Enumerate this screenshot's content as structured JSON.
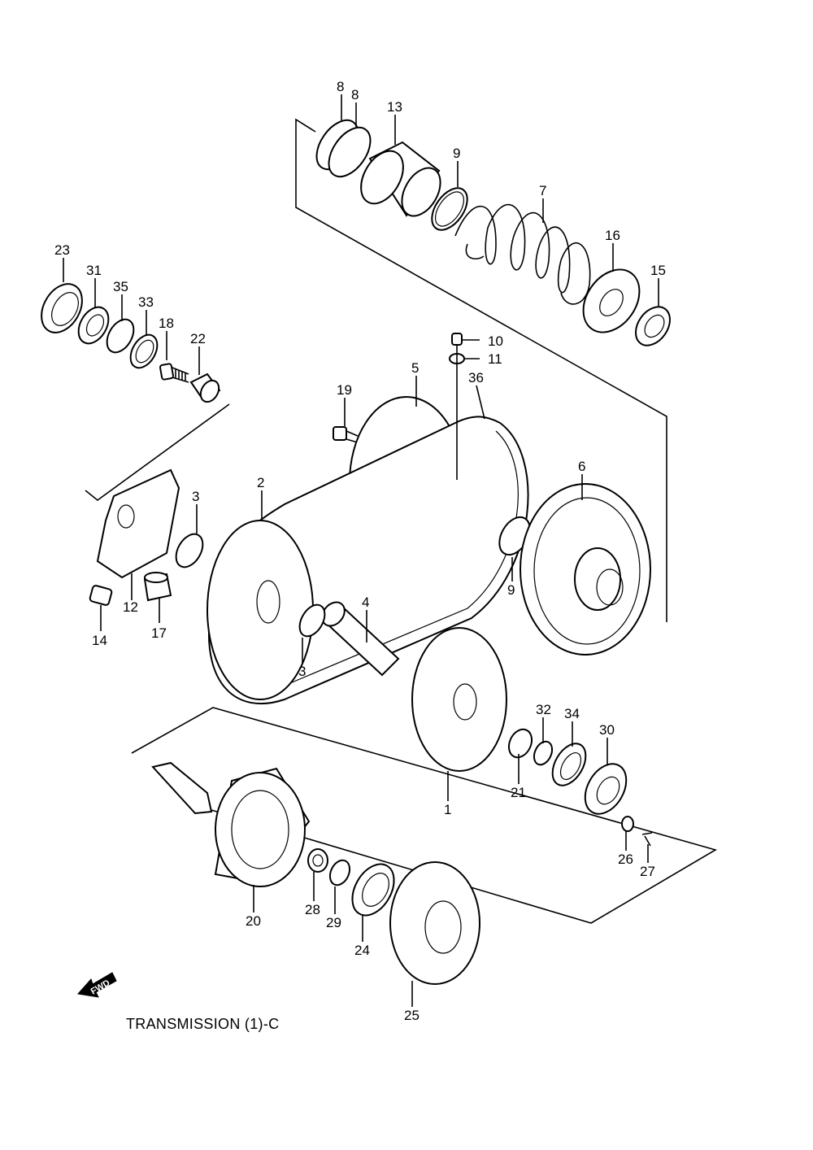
{
  "caption": "TRANSMISSION (1)-C",
  "fwd_label": "FWD",
  "callouts": [
    {
      "id": "c8a",
      "label": "8"
    },
    {
      "id": "c8b",
      "label": "8"
    },
    {
      "id": "c13",
      "label": "13"
    },
    {
      "id": "c9a",
      "label": "9"
    },
    {
      "id": "c7",
      "label": "7"
    },
    {
      "id": "c16",
      "label": "16"
    },
    {
      "id": "c15",
      "label": "15"
    },
    {
      "id": "c23",
      "label": "23"
    },
    {
      "id": "c31",
      "label": "31"
    },
    {
      "id": "c35",
      "label": "35"
    },
    {
      "id": "c33",
      "label": "33"
    },
    {
      "id": "c18",
      "label": "18"
    },
    {
      "id": "c22",
      "label": "22"
    },
    {
      "id": "c10",
      "label": "10"
    },
    {
      "id": "c11",
      "label": "11"
    },
    {
      "id": "c19",
      "label": "19"
    },
    {
      "id": "c5",
      "label": "5"
    },
    {
      "id": "c36",
      "label": "36"
    },
    {
      "id": "c6",
      "label": "6"
    },
    {
      "id": "c2",
      "label": "2"
    },
    {
      "id": "c3a",
      "label": "3"
    },
    {
      "id": "c9b",
      "label": "9"
    },
    {
      "id": "c12",
      "label": "12"
    },
    {
      "id": "c14",
      "label": "14"
    },
    {
      "id": "c17",
      "label": "17"
    },
    {
      "id": "c4",
      "label": "4"
    },
    {
      "id": "c3b",
      "label": "3"
    },
    {
      "id": "c32",
      "label": "32"
    },
    {
      "id": "c34",
      "label": "34"
    },
    {
      "id": "c30",
      "label": "30"
    },
    {
      "id": "c21",
      "label": "21"
    },
    {
      "id": "c1",
      "label": "1"
    },
    {
      "id": "c26",
      "label": "26"
    },
    {
      "id": "c27",
      "label": "27"
    },
    {
      "id": "c20",
      "label": "20"
    },
    {
      "id": "c28",
      "label": "28"
    },
    {
      "id": "c29",
      "label": "29"
    },
    {
      "id": "c24",
      "label": "24"
    },
    {
      "id": "c25",
      "label": "25"
    }
  ]
}
